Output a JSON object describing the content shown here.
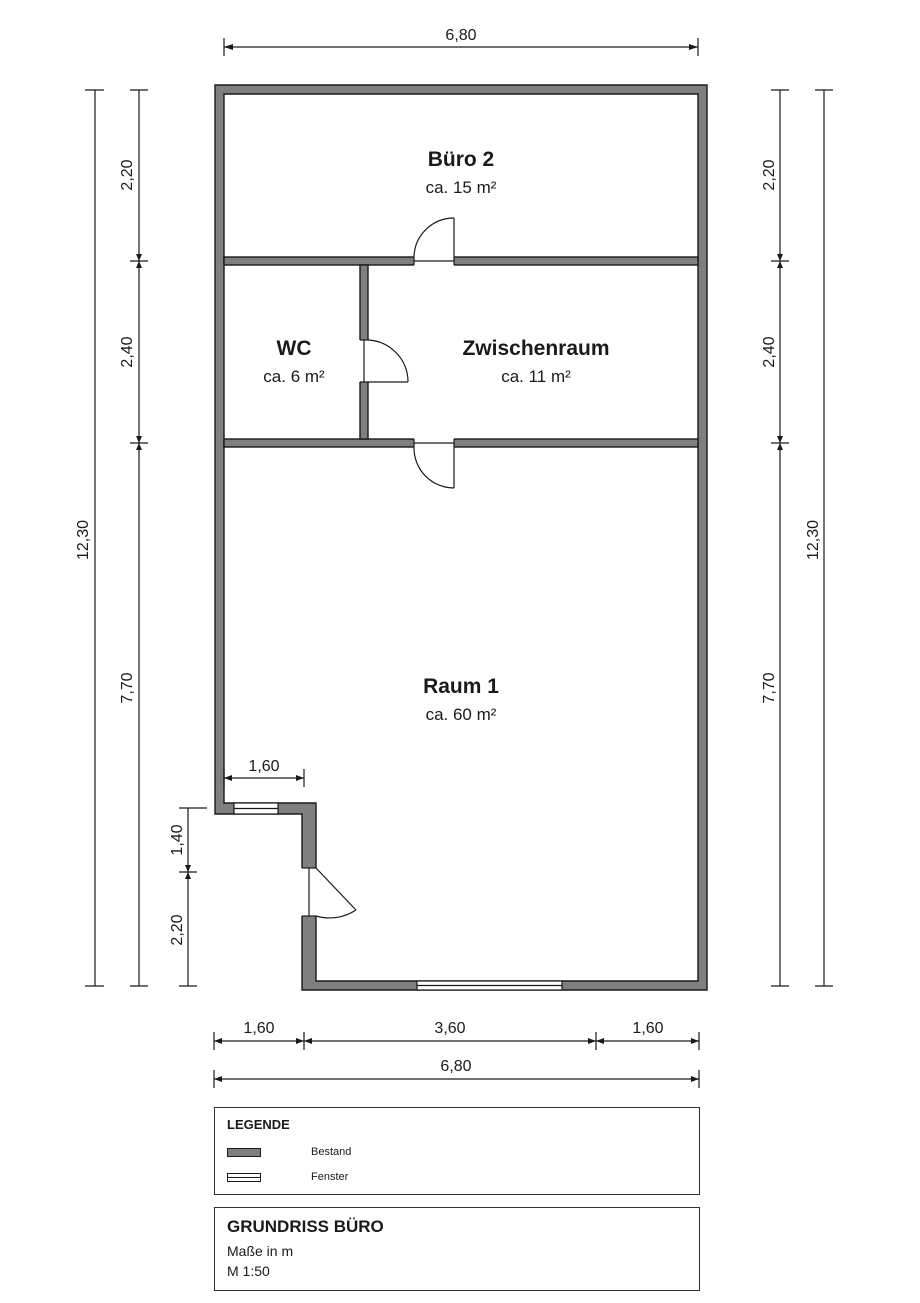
{
  "rooms": {
    "buero2": {
      "name": "Büro 2",
      "area": "ca. 15 m²"
    },
    "wc": {
      "name": "WC",
      "area": "ca. 6 m²"
    },
    "zwischenraum": {
      "name": "Zwischenraum",
      "area": "ca. 11 m²"
    },
    "raum1": {
      "name": "Raum 1",
      "area": "ca. 60 m²"
    }
  },
  "dimensions": {
    "top_width": "6,80",
    "left_total": "12,30",
    "left_buero": "2,20",
    "left_zwischen": "2,40",
    "left_raum": "7,70",
    "right_total": "12,30",
    "right_buero": "2,20",
    "right_zwischen": "2,40",
    "right_raum": "7,70",
    "notch_width": "1,60",
    "notch_upper": "1,40",
    "notch_lower": "2,20",
    "bottom_left": "1,60",
    "bottom_mid": "3,60",
    "bottom_right": "1,60",
    "bottom_total": "6,80"
  },
  "legend": {
    "title": "LEGENDE",
    "items": [
      {
        "label": "Bestand"
      },
      {
        "label": "Fenster"
      }
    ]
  },
  "title_block": {
    "title": "GRUNDRISS BÜRO",
    "units": "Maße in m",
    "scale": "M 1:50"
  }
}
